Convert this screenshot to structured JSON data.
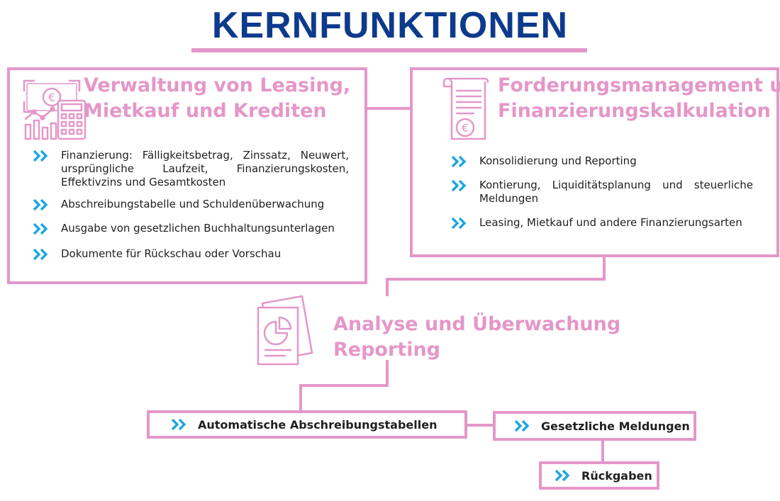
{
  "title": "KERNFUNKTIONEN",
  "sections": {
    "leasing": {
      "heading_line1": "Verwaltung von Leasing,",
      "heading_line2": "Mietkauf und Krediten",
      "icon": "calculator-money-icon",
      "items": [
        "Finanzierung: Fälligkeitsbetrag, Zinssatz, Neuwert, ursprüngliche Laufzeit, Finanzierungskosten, Effektivzins und Gesamtkosten",
        "Abschreibungstabelle und Schuldenüberwachung",
        "Ausgabe von gesetzlichen Buchhaltungsunterlagen",
        "Dokumente für Rückschau oder Vorschau"
      ]
    },
    "receivables": {
      "heading_line1": "Forderungsmanagement und",
      "heading_line2": "Finanzierungskalkulation",
      "icon": "euro-invoice-icon",
      "items": [
        "Konsolidierung und Reporting",
        "Kontierung, Liquiditätsplanung und steuerliche Meldungen",
        "Leasing, Mietkauf und andere Finanzierungsarten"
      ]
    },
    "analysis": {
      "heading_line1": "Analyse und Überwachung",
      "heading_line2": "Reporting",
      "icon": "report-chart-icon"
    }
  },
  "outputs": {
    "depreciation": "Automatische Abschreibungstabellen",
    "legal": "Gesetzliche Meldungen",
    "returns": "Rückgaben"
  },
  "colors": {
    "title": "#0d3a8c",
    "accent_pink": "#e497c9",
    "chevron_blue": "#1ba6e0",
    "text": "#1f1f1f"
  }
}
